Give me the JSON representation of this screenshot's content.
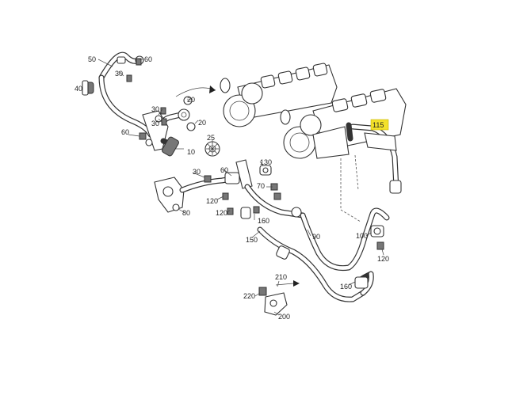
{
  "labels": {
    "l50": "50",
    "l60a": "60",
    "l30a": "30",
    "l40": "40",
    "l20a": "20",
    "l30b": "30",
    "l30c": "30",
    "l20b": "20",
    "l60b": "60",
    "l10": "10",
    "l25": "25",
    "l30d": "30",
    "l60c": "60",
    "l80": "80",
    "l120a": "120",
    "l120b": "120",
    "l130": "130",
    "l70": "70",
    "l160a": "160",
    "l150": "150",
    "l90": "90",
    "l115": "115",
    "l100": "100",
    "l120c": "120",
    "l210": "210",
    "l220": "220",
    "l160b": "160",
    "l200": "200"
  },
  "highlight": {
    "part": "115",
    "color": "#f3e12a"
  }
}
